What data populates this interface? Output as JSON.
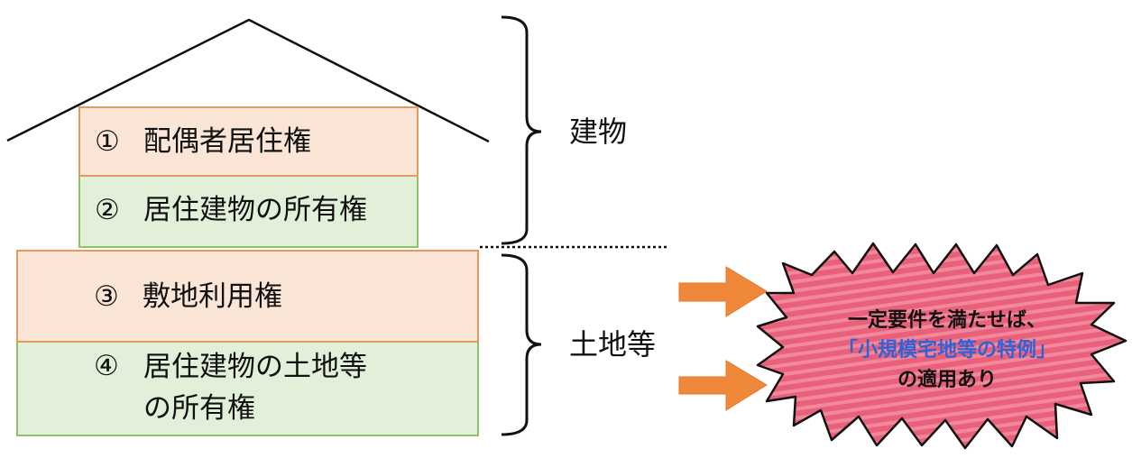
{
  "rights": [
    {
      "number": "①",
      "label": "配偶者居住権"
    },
    {
      "number": "②",
      "label": "居住建物の所有権"
    },
    {
      "number": "③",
      "label": "敷地利用権"
    },
    {
      "number": "④",
      "label_line1": "居住建物の土地等",
      "label_line2": "の所有権"
    }
  ],
  "groups": {
    "building": "建物",
    "land": "土地等"
  },
  "callout": {
    "line1": "一定要件を満たせば、",
    "line2": "「小規模宅地等の特例」",
    "line3": "の適用あり"
  },
  "colors": {
    "orange_fill": "#fbe5d6",
    "orange_border": "#e49a5c",
    "green_fill": "#e2f0d9",
    "green_border": "#8fc16a",
    "arrow": "#f0883a",
    "burst_fill": "#e8607a",
    "burst_stripe": "#f1889b",
    "highlight_text": "#2e63d8"
  },
  "icons": {
    "arrow": "right-arrow-icon",
    "burst": "starburst-shape"
  }
}
